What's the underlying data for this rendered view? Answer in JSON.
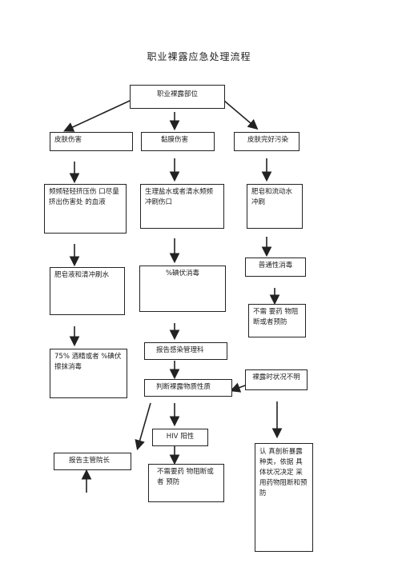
{
  "title": "职业裸露应急处理流程",
  "nodes": {
    "root": "职业裸露部位",
    "skin_injury": "皮肤伤害",
    "mucosa_injury": "黏膜伤害",
    "skin_intact": "皮肤完好污染",
    "skin_step1": "频频轻轻挤压伤 口尽量挤出伤害处 的血液",
    "mucosa_step1": "生理盐水或者清水频频冲刷伤口",
    "intact_step1": "肥皂和流动水冲刷",
    "skin_step2": "肥皂液和清冲刷水",
    "mucosa_step2": "%碘伏消毒",
    "intact_step2": "普通性消毒",
    "intact_step3": "不需 要药 物阻断或者预防",
    "skin_step3": "75% 酒精或者 %碘伏擦抹消毒",
    "report_infection": "报告感染管理科",
    "judge_source": "判断裸露物质性质",
    "unknown_status": "裸露时状况不明",
    "hiv_positive": "HIV 阳性",
    "report_director": "报告主管院长",
    "no_drug": "不需要药 物阻断或者 预防",
    "expert_analysis": "认 真剖析暴露种类，依据 具 体状况决定 采用药物阻断和预防"
  }
}
